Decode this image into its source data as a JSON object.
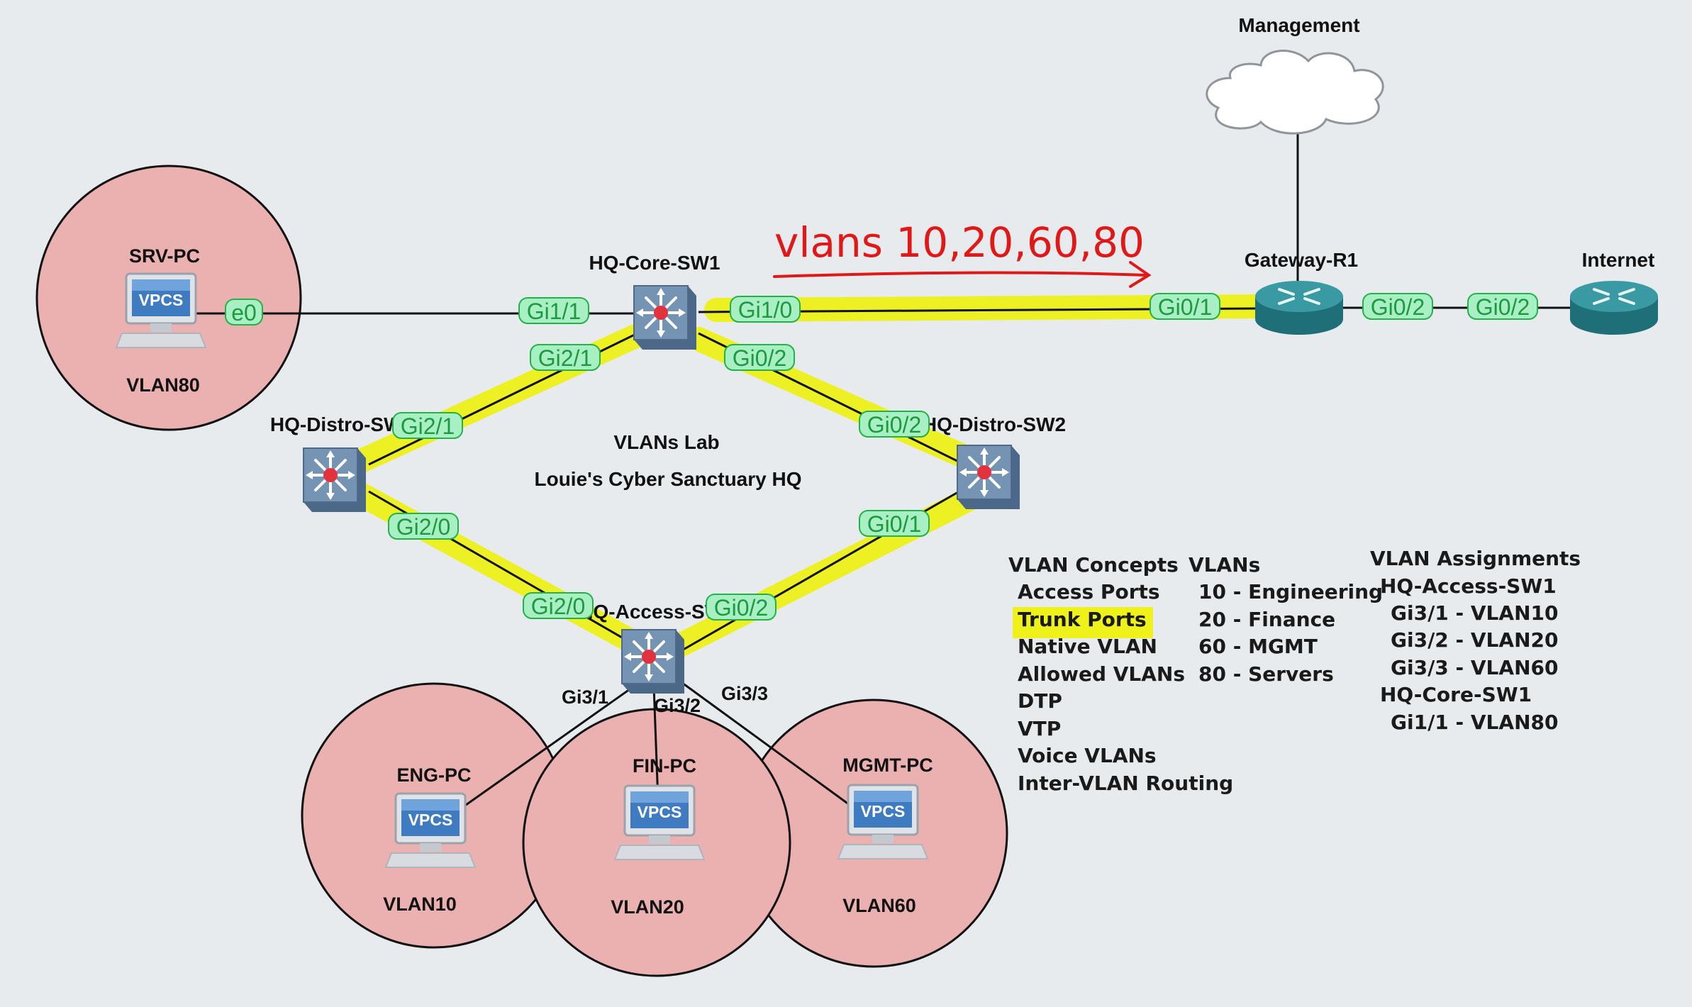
{
  "title": {
    "line1": "VLANs Lab",
    "line2": "Louie's Cyber Sanctuary HQ"
  },
  "annotation": "vlans 10,20,60,80",
  "devices": {
    "management": "Management",
    "gateway": "Gateway-R1",
    "internet": "Internet",
    "core": "HQ-Core-SW1",
    "distro1": "HQ-Distro-SW1",
    "distro2": "HQ-Distro-SW2",
    "access": "HQ-Access-SW1",
    "vpcs_badge": "VPCS"
  },
  "hosts": [
    {
      "name": "SRV-PC",
      "vlan": "VLAN80"
    },
    {
      "name": "ENG-PC",
      "vlan": "VLAN10"
    },
    {
      "name": "FIN-PC",
      "vlan": "VLAN20"
    },
    {
      "name": "MGMT-PC",
      "vlan": "VLAN60"
    }
  ],
  "ports": {
    "srv_e0": "e0",
    "core_gi11": "Gi1/1",
    "core_gi10": "Gi1/0",
    "gw_gi01": "Gi0/1",
    "gw_gi02": "Gi0/2",
    "inet_gi02": "Gi0/2",
    "core_gi21": "Gi2/1",
    "core_gi02": "Gi0/2",
    "d1_gi21": "Gi2/1",
    "d1_gi20": "Gi2/0",
    "d2_gi02": "Gi0/2",
    "d2_gi01": "Gi0/1",
    "acc_gi20": "Gi2/0",
    "acc_gi02": "Gi0/2",
    "acc_gi31": "Gi3/1",
    "acc_gi32": "Gi3/2",
    "acc_gi33": "Gi3/3"
  },
  "legend": {
    "concepts": {
      "heading": "VLAN Concepts",
      "items": [
        "Access Ports",
        "Trunk Ports",
        "Native VLAN",
        "Allowed VLANs",
        "DTP",
        "VTP",
        "Voice VLANs",
        "Inter-VLAN Routing"
      ]
    },
    "vlans": {
      "heading": "VLANs",
      "items": [
        "10 - Engineering",
        "20 - Finance",
        "60 - MGMT",
        "80 - Servers"
      ]
    },
    "assignments": {
      "heading": "VLAN Assignments",
      "items": [
        "HQ-Access-SW1",
        "Gi3/1 - VLAN10",
        "Gi3/2 - VLAN20",
        "Gi3/3 - VLAN60",
        "HQ-Core-SW1",
        "Gi1/1 - VLAN80"
      ]
    }
  },
  "colors": {
    "background": "#e8ebee",
    "highlight": "#eef21a",
    "host_circle": "#ebb0b0",
    "port_pill_fill": "#a8f0c4",
    "port_pill_text": "#1d9a40",
    "annotation": "#e01818",
    "switch": "#6f8bab",
    "router": "#2f8a94"
  }
}
